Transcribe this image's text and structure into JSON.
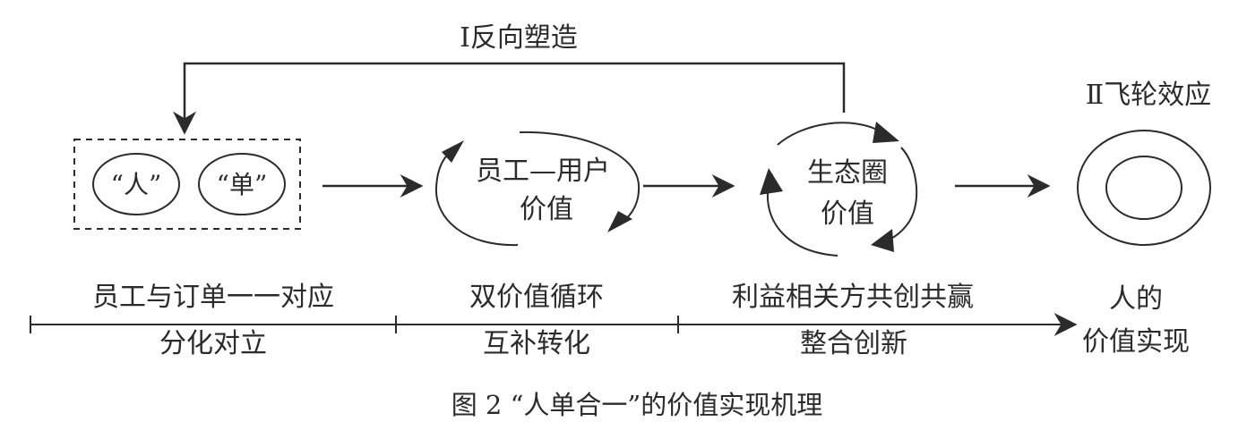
{
  "feedback_label": "Ⅰ反向塑造",
  "flywheel_label": "Ⅱ飞轮效应",
  "nodes": {
    "person": "“人”",
    "order": "“单”",
    "employee_user_line1": "员工—用户",
    "employee_user_line2": "价值",
    "ecosystem_line1": "生态圈",
    "ecosystem_line2": "价值"
  },
  "stages": {
    "stage1_top": "员工与订单一一对应",
    "stage1_bottom": "分化对立",
    "stage2_top": "双价值循环",
    "stage2_bottom": "互补转化",
    "stage3_top": "利益相关方共创共赢",
    "stage3_bottom": "整合创新",
    "result_line1": "人的",
    "result_line2": "价值实现"
  },
  "caption": "图 2 “人单合一”的价值实现机理"
}
